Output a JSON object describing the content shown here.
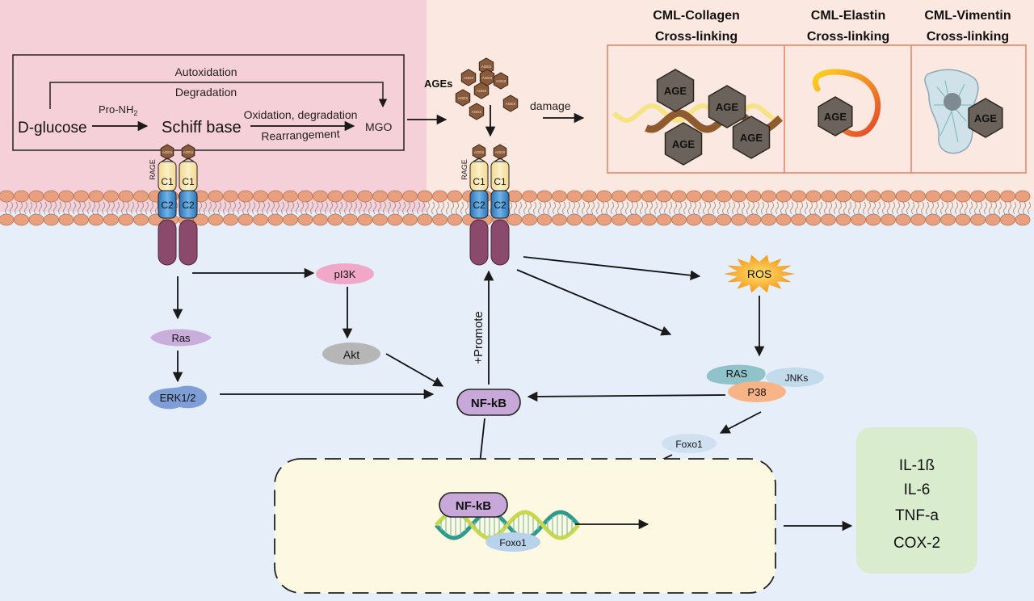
{
  "synthesis": {
    "d_glucose": "D-glucose",
    "pro_nh2": "Pro-NH",
    "pro_nh2_sub": "2",
    "schiff_base": "Schiff base",
    "autoxidation": "Autoxidation",
    "degradation": "Degradation",
    "oxidation_degradation": "Oxidation, degradation",
    "rearrangement": "Rearrangement",
    "mgo": "MGO"
  },
  "ages": {
    "label": "AGEs",
    "tiny_label": "AGES",
    "damage": "damage"
  },
  "crosslinking": {
    "panels": [
      {
        "title_1": "CML-Collagen",
        "title_2": "Cross-linking"
      },
      {
        "title_1": "CML-Elastin",
        "title_2": "Cross-linking"
      },
      {
        "title_1": "CML-Vimentin",
        "title_2": "Cross-linking"
      }
    ],
    "age_label": "AGE"
  },
  "receptor": {
    "rage": "RAGE",
    "c1": "C1",
    "c2": "C2"
  },
  "pathway": {
    "pi3k": "pI3K",
    "akt": "Akt",
    "ras": "Ras",
    "erk": "ERK1/2",
    "nfkb": "NF-kB",
    "promote": "+Promote",
    "ros": "ROS",
    "ras_upper": "RAS",
    "jnks": "JNKs",
    "p38": "P38",
    "foxo1": "Foxo1"
  },
  "nucleus": {
    "nfkb": "NF-kB",
    "foxo1": "Foxo1"
  },
  "cytokines": [
    "IL-1ß",
    "IL-6",
    "TNF-a",
    "COX-2"
  ],
  "colors": {
    "extracellular_left": "#f6d0d9",
    "extracellular_right": "#fbe8e0",
    "intracellular": "#e6eef9",
    "membrane_head": "#e9a07e",
    "nucleus_fill": "#fdf8e1",
    "cytokine_fill": "#d9ecce",
    "age_hex": "#6b625b",
    "ages_hex": "#8a5a3c",
    "nfkb_fill": "#c8a8d8",
    "ros_fill": "#f39b1c",
    "receptor_purple": "#8b4a6b",
    "c1_fill": "#f7e2a8",
    "c2_fill": "#3f8fd0"
  }
}
